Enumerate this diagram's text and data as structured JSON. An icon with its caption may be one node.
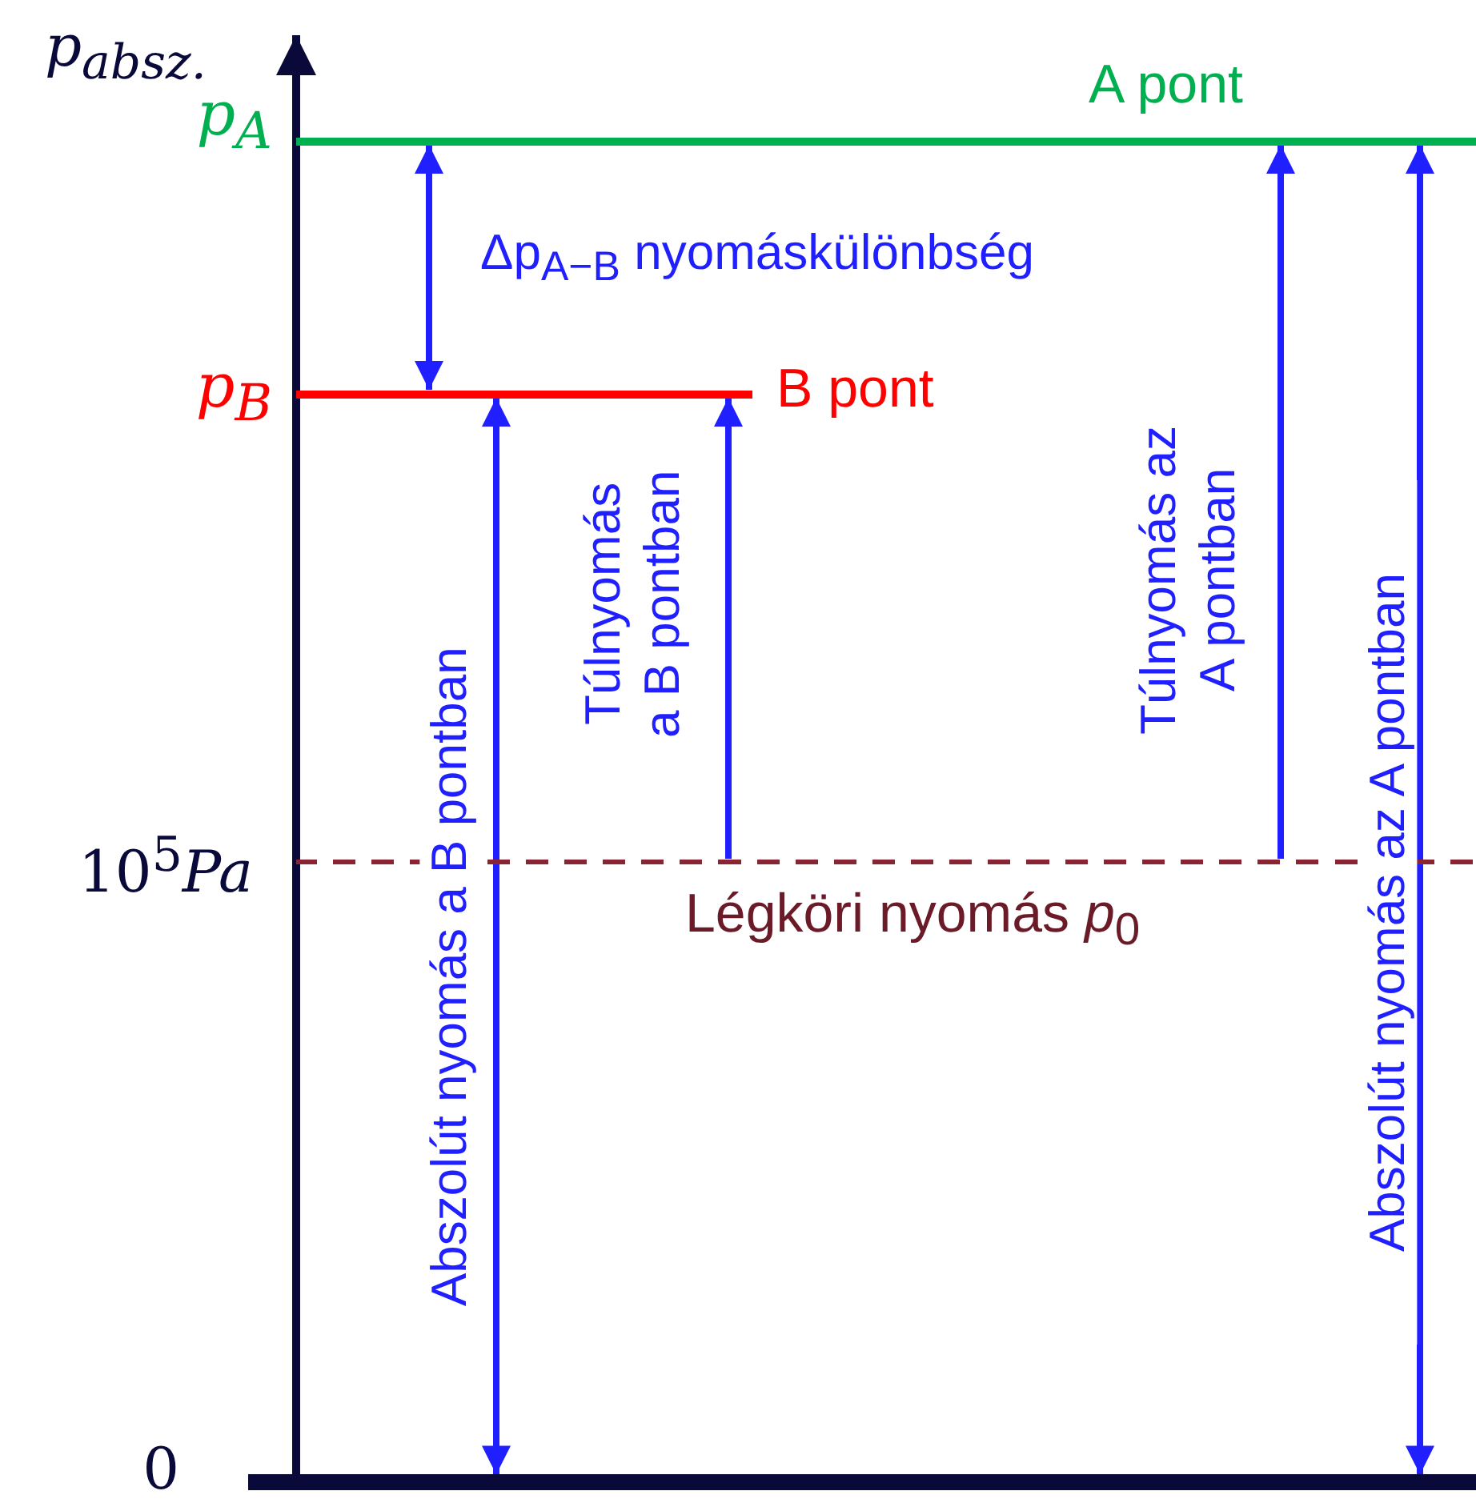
{
  "diagram": {
    "nodes": [
      {
        "text": [
          "A pont"
        ],
        "beside": [
          "p$_{A}$"
        ]
      },
      {
        "text": [
          "B pont"
        ],
        "beside": [
          "p$_{B}$"
        ]
      },
      {
        "text": [
          "Légköri nyomás *p*$_{0}$"
        ],
        "beside": [
          "10$^{5}$*Pa*"
        ]
      },
      {
        "text": [],
        "shape": "bar",
        "beside": [
          "0"
        ]
      }
    ],
    "edges": [
      {
        "from": 0,
        "to": 1,
        "arrow": "both",
        "label": "Δp$_{A−B}$ nyomáskülönbség"
      },
      {
        "from": 3,
        "to": 1,
        "arrow": "both",
        "label": "Abszolút nyomás a B pontban"
      },
      {
        "from": 2,
        "to": 1,
        "arrow": "to",
        "label": "Túlnyomás a B pontban"
      },
      {
        "from": 2,
        "to": 0,
        "arrow": "to",
        "label": "Túlnyomás az A pontban"
      },
      {
        "from": 3,
        "to": 0,
        "arrow": "both",
        "label": "Abszolút nyomás az A pontban"
      }
    ],
    "labels": [
      "p$_{absz.}$"
    ]
  }
}
